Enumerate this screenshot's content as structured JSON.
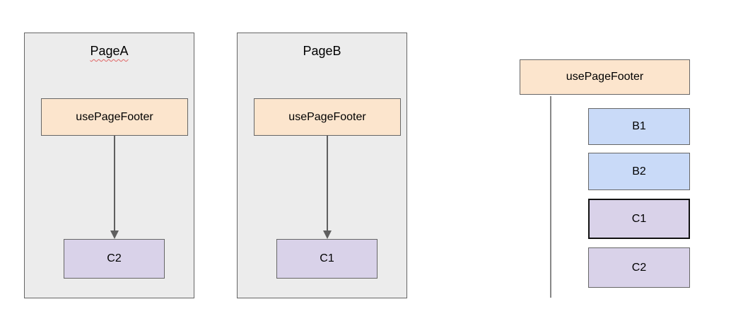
{
  "panels": [
    {
      "title": "PageA",
      "misspelled": true,
      "hook": "usePageFooter",
      "component": "C2"
    },
    {
      "title": "PageB",
      "misspelled": false,
      "hook": "usePageFooter",
      "component": "C1"
    }
  ],
  "tree": {
    "root": "usePageFooter",
    "children": [
      {
        "label": "B1",
        "kind": "blue",
        "highlight": false
      },
      {
        "label": "B2",
        "kind": "blue",
        "highlight": false
      },
      {
        "label": "C1",
        "kind": "purple",
        "highlight": true
      },
      {
        "label": "C2",
        "kind": "purple",
        "highlight": false
      }
    ]
  },
  "colors": {
    "page_bg": "#ffffff",
    "panel_bg": "#ececec",
    "panel_border": "#666666",
    "box_border": "#666666",
    "hook_fill": "#fce5cd",
    "component_fill": "#d9d2e9",
    "block_fill": "#c9daf8",
    "connector": "#5f5f5f",
    "branch_line": "#888888",
    "highlight_border": "#111111",
    "squiggle": "#e06666"
  }
}
